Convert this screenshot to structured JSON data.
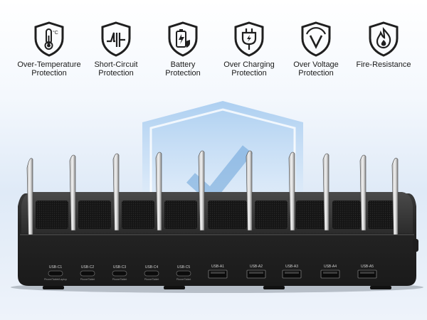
{
  "features": [
    {
      "icon": "thermometer-icon",
      "line1": "Over-Temperature",
      "line2": "Protection"
    },
    {
      "icon": "circuit-icon",
      "line1": "Short-Circuit",
      "line2": "Protection"
    },
    {
      "icon": "battery-icon",
      "line1": "Battery",
      "line2": "Protection"
    },
    {
      "icon": "plug-icon",
      "line1": "Over Charging",
      "line2": "Protection"
    },
    {
      "icon": "voltage-icon",
      "line1": "Over Voltage",
      "line2": "Protection"
    },
    {
      "icon": "flame-icon",
      "line1": "Fire-Resistance",
      "line2": ""
    }
  ],
  "ports": [
    {
      "label": "USB-C1",
      "sub": "Phone/Tablet/Laptop"
    },
    {
      "label": "USB-C2",
      "sub": "Phone/Tablet"
    },
    {
      "label": "USB-C3",
      "sub": "Phone/Tablet"
    },
    {
      "label": "USB-C4",
      "sub": "Phone/Tablet"
    },
    {
      "label": "USB-C5",
      "sub": "Phone/Tablet"
    },
    {
      "label": "USB-A1",
      "sub": ""
    },
    {
      "label": "USB-A2",
      "sub": ""
    },
    {
      "label": "USB-A3",
      "sub": ""
    },
    {
      "label": "USB-A4",
      "sub": ""
    },
    {
      "label": "USB-A5",
      "sub": ""
    }
  ],
  "colors": {
    "icon": "#1f1f1f",
    "shield_glow": "#bcd8f3",
    "charger_body": "#2b2b2b"
  }
}
